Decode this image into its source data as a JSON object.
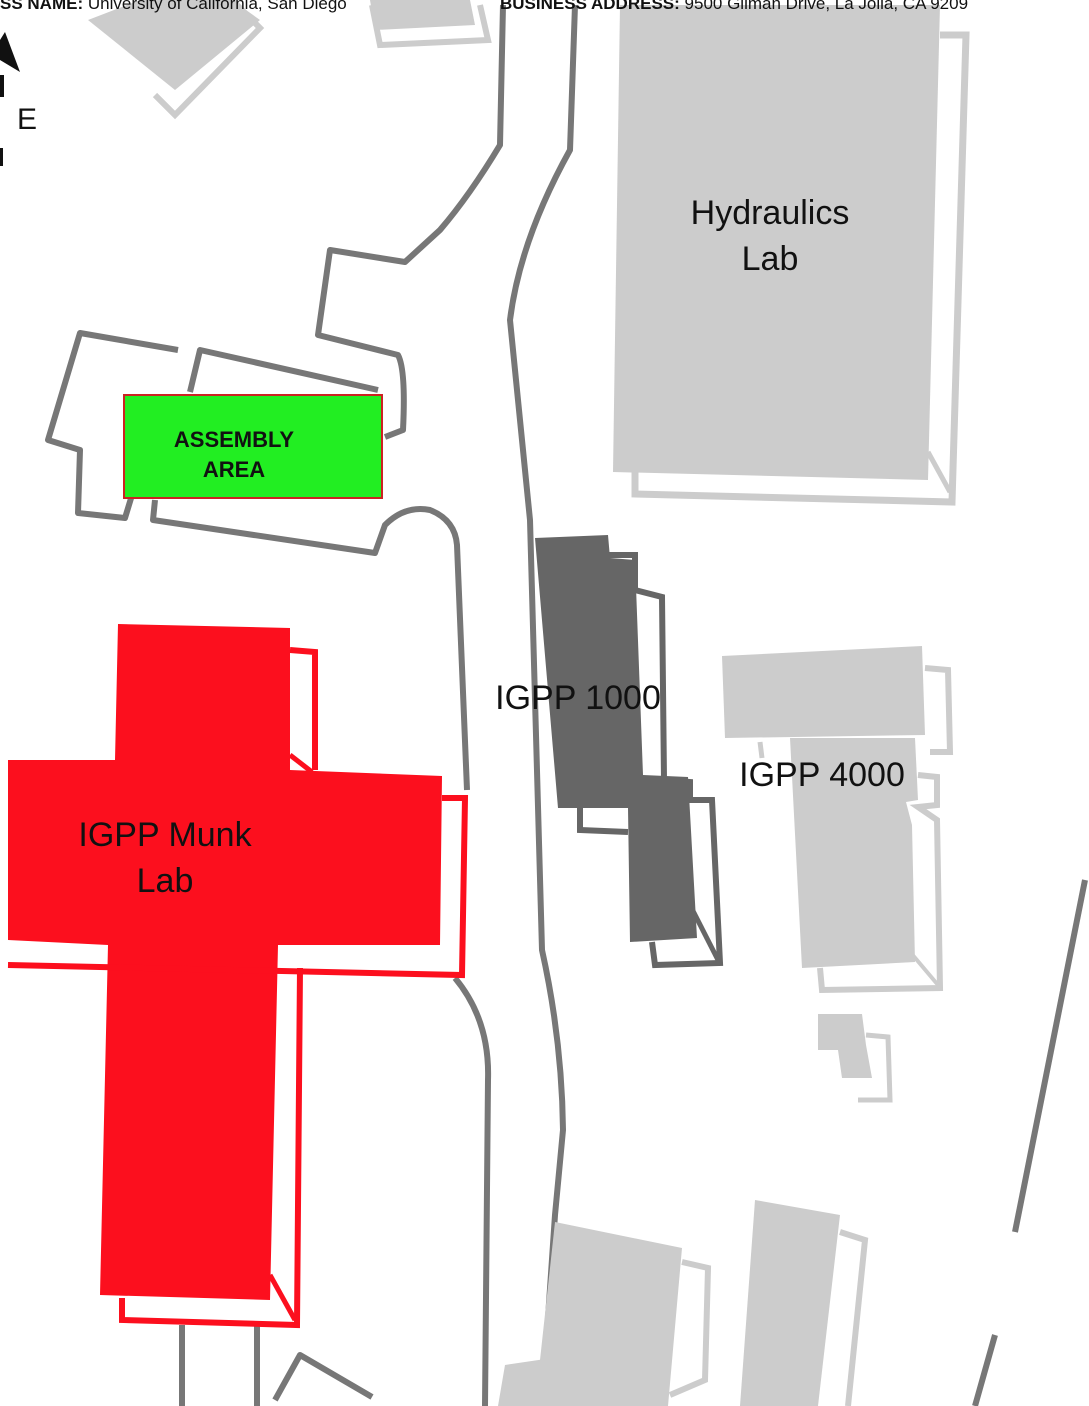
{
  "header": {
    "business_name_label": "SS NAME:",
    "business_name_value": "University of California, San Diego",
    "business_address_label": "BUSINESS ADDRESS:",
    "business_address_value": "9500 Gilman Drive, La Jolla, CA 9209"
  },
  "compass": {
    "east": "E"
  },
  "labels": {
    "hydraulics_lab_line1": "Hydraulics",
    "hydraulics_lab_line2": "Lab",
    "assembly_area_line1": "ASSEMBLY",
    "assembly_area_line2": "AREA",
    "igpp_1000": "IGPP 1000",
    "igpp_4000": "IGPP 4000",
    "igpp_munk_line1": "IGPP Munk",
    "igpp_munk_line2": "Lab"
  },
  "colors": {
    "assembly_area_fill": "#22ee22",
    "assembly_area_border": "#cc2222",
    "munk_lab_fill": "#fc0f1e",
    "igpp_1000_fill": "#666666",
    "neighbor_building_fill": "#cccccc",
    "road_stroke": "#777777"
  }
}
